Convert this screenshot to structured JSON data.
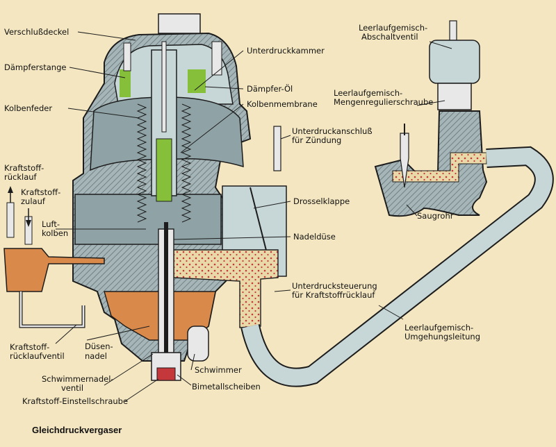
{
  "title": "Gleichdruckvergaser",
  "labels": {
    "verschlussdeckel": "Verschlußdeckel",
    "daempferstange": "Dämpferstange",
    "kolbenfeder": "Kolbenfeder",
    "kraftstoff_ruecklauf_1": "Kraftstoff-",
    "kraftstoff_ruecklauf_2": "rücklauf",
    "kraftstoff_zulauf_1": "Kraftstoff-",
    "kraftstoff_zulauf_2": "zulauf",
    "luftkolben_1": "Luft-",
    "luftkolben_2": "kolben",
    "kraftstoff_ruecklaufventil_1": "Kraftstoff-",
    "kraftstoff_ruecklaufventil_2": "rücklaufventil",
    "duesennadel_1": "Düsen-",
    "duesennadel_2": "nadel",
    "schwimmernadelventil_1": "Schwimmernadel-",
    "schwimmernadelventil_2": "ventil",
    "einstellschraube": "Kraftstoff-Einstellschraube",
    "schwimmer": "Schwimmer",
    "bimetallscheiben": "Bimetallscheiben",
    "unterdruckkammer": "Unterdruckkammer",
    "daempfer_oel": "Dämpfer-Öl",
    "kolbenmembrane": "Kolbenmembrane",
    "unterdruckanschluss_1": "Unterdruckanschluß",
    "unterdruckanschluss_2": "für Zündung",
    "drosselklappe": "Drosselklappe",
    "nadelduese": "Nadeldüse",
    "unterdrucksteuerung_1": "Unterdrucksteuerung",
    "unterdrucksteuerung_2": "für Kraftstoffrücklauf",
    "abschaltventil_1": "Leerlaufgemisch-",
    "abschaltventil_2": "Abschaltventil",
    "mengenregulier_1": "Leerlaufgemisch-",
    "mengenregulier_2": "Mengenregulierschraube",
    "saugrohr": "Saugrohr",
    "umgehung_1": "Leerlaufgemisch-",
    "umgehung_2": "Umgehungsleitung"
  },
  "colors": {
    "background": "#f3e6c0",
    "metal_body": "#8fa3a6",
    "hatching": "#5c6b6e",
    "oil": "#86bf3a",
    "fuel": "#d9894a",
    "air_mixture_dots": "#c4373b",
    "outline": "#1c1c1c"
  }
}
